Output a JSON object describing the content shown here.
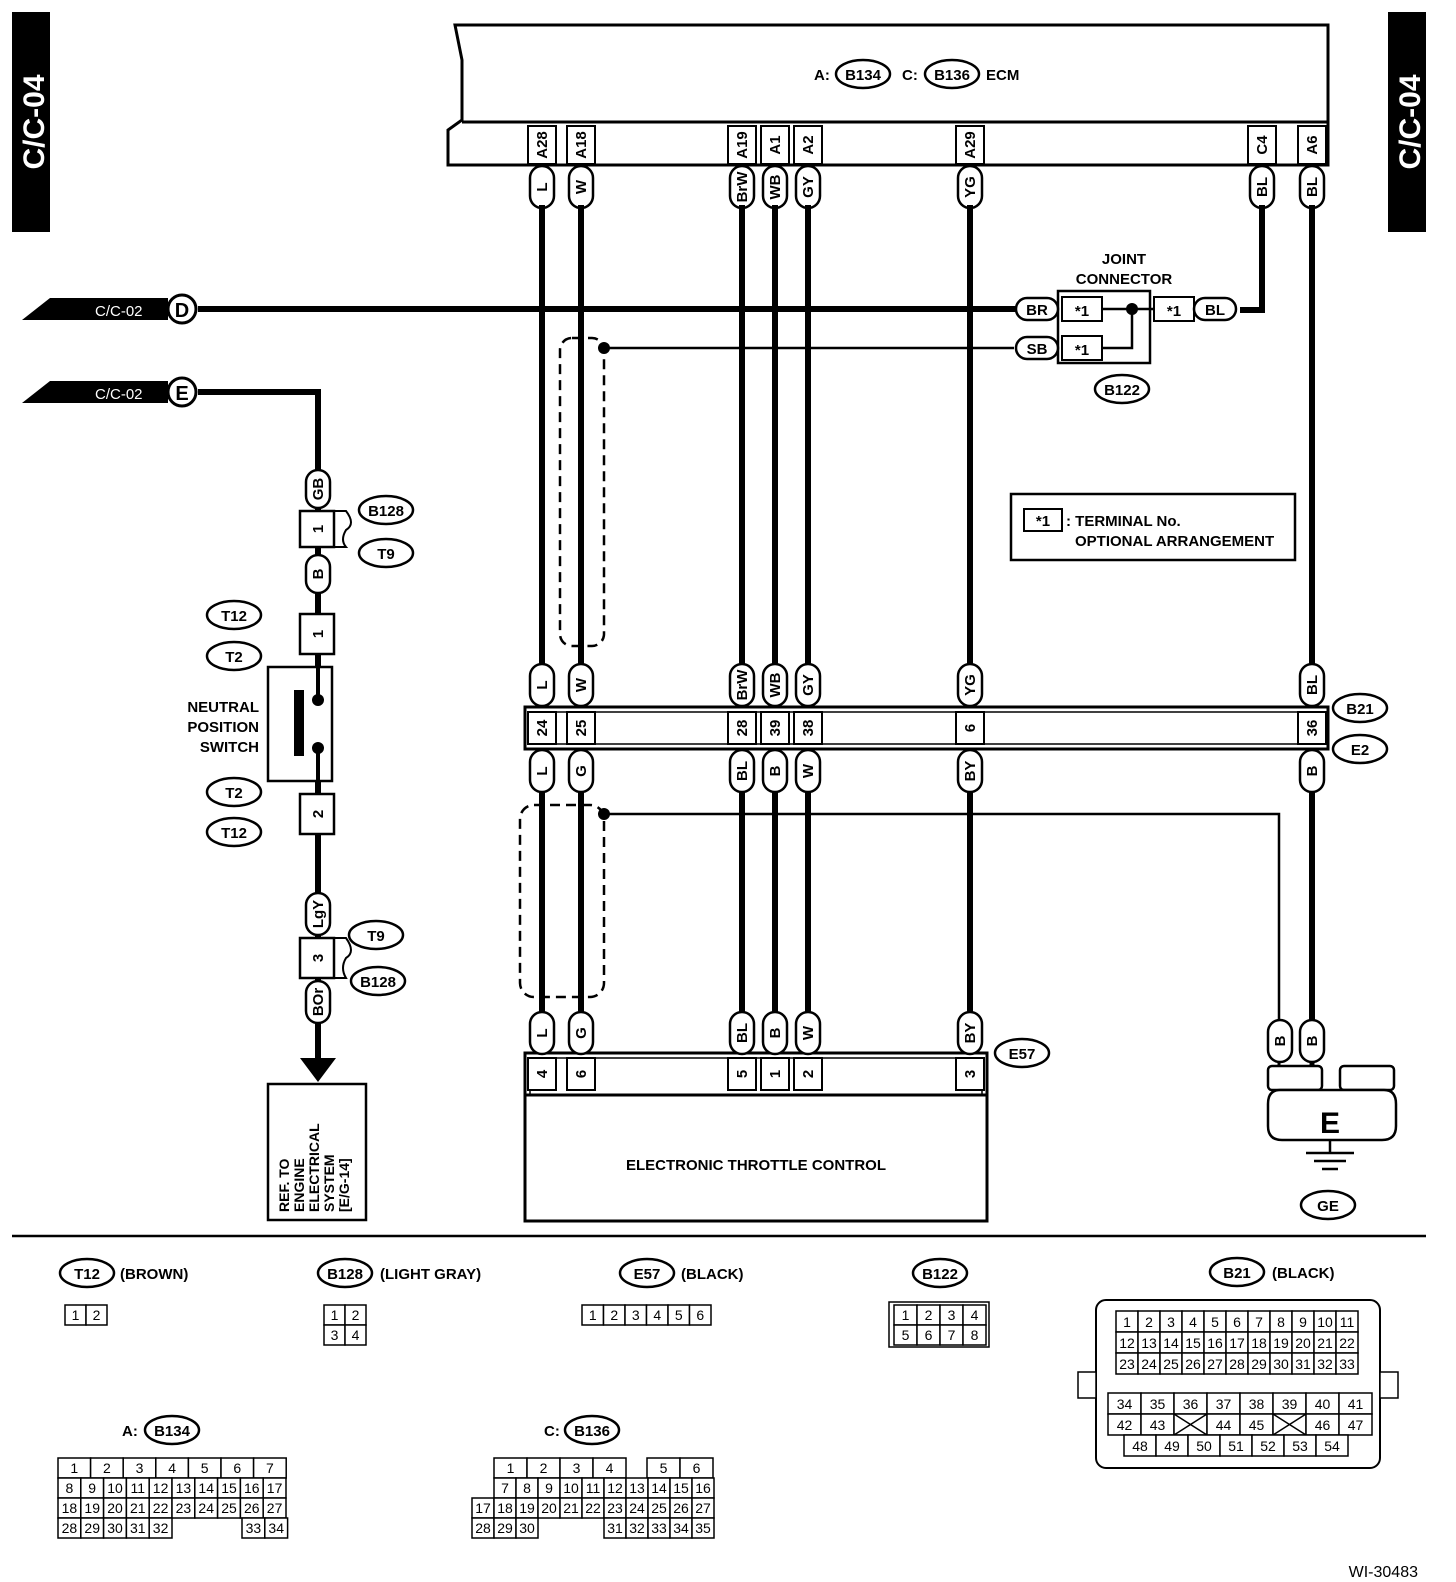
{
  "side_tab": "C/C-04",
  "ecm": {
    "a_prefix": "A:",
    "a_conn": "B134",
    "c_prefix": "C:",
    "c_conn": "B136",
    "label": "ECM"
  },
  "ecm_pins": [
    {
      "pin": "A28",
      "wire": "L"
    },
    {
      "pin": "A18",
      "wire": "W"
    },
    {
      "pin": "A19",
      "wire": "BrW"
    },
    {
      "pin": "A1",
      "wire": "WB"
    },
    {
      "pin": "A2",
      "wire": "GY"
    },
    {
      "pin": "A29",
      "wire": "YG"
    },
    {
      "pin": "C4",
      "wire": "BL"
    },
    {
      "pin": "A6",
      "wire": "BL"
    }
  ],
  "refs": {
    "d_label": "C/C-02",
    "d_letter": "D",
    "e_label": "C/C-02",
    "e_letter": "E"
  },
  "joint_connector": {
    "title1": "JOINT",
    "title2": "CONNECTOR",
    "terminal": "*1",
    "br": "BR",
    "sb": "SB",
    "bl": "BL",
    "conn": "B122"
  },
  "legend": {
    "terminal": "*1",
    "line1": ": TERMINAL No.",
    "line2": "OPTIONAL ARRANGEMENT"
  },
  "left_circuit": {
    "wire_gb": "GB",
    "pin1": "1",
    "b128": "B128",
    "t9": "T9",
    "wire_b": "B",
    "t12": "T12",
    "t2": "T2",
    "sw_pin1": "1",
    "switch1": "NEUTRAL",
    "switch2": "POSITION",
    "switch3": "SWITCH",
    "sw_pin2": "2",
    "wire_lgy": "LgY",
    "pin3": "3",
    "wire_bor": "BOr",
    "ref": [
      "REF. TO",
      "ENGINE",
      "ELECTRICAL",
      "SYSTEM",
      "[E/G-14]"
    ]
  },
  "b21_e2": {
    "b21": "B21",
    "e2": "E2",
    "top_wires": [
      "L",
      "W",
      "BrW",
      "WB",
      "GY",
      "YG",
      "BL"
    ],
    "pins": [
      "24",
      "25",
      "28",
      "39",
      "38",
      "6",
      "36"
    ],
    "bottom_wires": [
      "L",
      "G",
      "BL",
      "B",
      "W",
      "BY",
      "B"
    ]
  },
  "e57": {
    "conn": "E57",
    "wires": [
      "L",
      "G",
      "BL",
      "B",
      "W",
      "BY"
    ],
    "pins": [
      "4",
      "6",
      "5",
      "1",
      "2",
      "3"
    ],
    "label": "ELECTRONIC THROTTLE CONTROL"
  },
  "ground": {
    "wire1": "B",
    "wire2": "B",
    "letter": "E",
    "label": "GE"
  },
  "connector_views": {
    "t12": {
      "name": "T12",
      "color": "(BROWN)",
      "rows": [
        [
          "1",
          "2"
        ]
      ]
    },
    "b128": {
      "name": "B128",
      "color": "(LIGHT GRAY)",
      "rows": [
        [
          "1",
          "2"
        ],
        [
          "3",
          "4"
        ]
      ]
    },
    "e57": {
      "name": "E57",
      "color": "(BLACK)",
      "rows": [
        [
          "1",
          "2",
          "3",
          "4",
          "5",
          "6"
        ]
      ]
    },
    "b122": {
      "name": "B122",
      "rows": [
        [
          "1",
          "2",
          "3",
          "4"
        ],
        [
          "5",
          "6",
          "7",
          "8"
        ]
      ]
    },
    "b21": {
      "name": "B21",
      "color": "(BLACK)",
      "rows": [
        [
          "1",
          "2",
          "3",
          "4",
          "5",
          "6",
          "7",
          "8",
          "9",
          "10",
          "11"
        ],
        [
          "12",
          "13",
          "14",
          "15",
          "16",
          "17",
          "18",
          "19",
          "20",
          "21",
          "22"
        ],
        [
          "23",
          "24",
          "25",
          "26",
          "27",
          "28",
          "29",
          "30",
          "31",
          "32",
          "33"
        ],
        [
          "34",
          "35",
          "36",
          "37",
          "38",
          "39",
          "40",
          "41"
        ],
        [
          "42",
          "43",
          "",
          "44",
          "45",
          "",
          "46",
          "47"
        ],
        [
          "48",
          "49",
          "50",
          "51",
          "52",
          "53",
          "54"
        ]
      ]
    },
    "b134": {
      "prefix": "A:",
      "name": "B134",
      "rows": [
        [
          "1",
          "2",
          "3",
          "4",
          "5",
          "6",
          "7"
        ],
        [
          "8",
          "9",
          "10",
          "11",
          "12",
          "13",
          "14",
          "15",
          "16",
          "17"
        ],
        [
          "18",
          "19",
          "20",
          "21",
          "22",
          "23",
          "24",
          "25",
          "26",
          "27"
        ],
        [
          "28",
          "29",
          "30",
          "31",
          "32",
          "33",
          "34"
        ]
      ]
    },
    "b136": {
      "prefix": "C:",
      "name": "B136",
      "rows": [
        [
          "1",
          "2",
          "3",
          "4",
          "5",
          "6"
        ],
        [
          "7",
          "8",
          "9",
          "10",
          "11",
          "12",
          "13",
          "14",
          "15",
          "16"
        ],
        [
          "17",
          "18",
          "19",
          "20",
          "21",
          "22",
          "23",
          "24",
          "25",
          "26",
          "27"
        ],
        [
          "28",
          "29",
          "30",
          "31",
          "32",
          "33",
          "34",
          "35"
        ]
      ]
    }
  },
  "figure_id": "WI-30483"
}
